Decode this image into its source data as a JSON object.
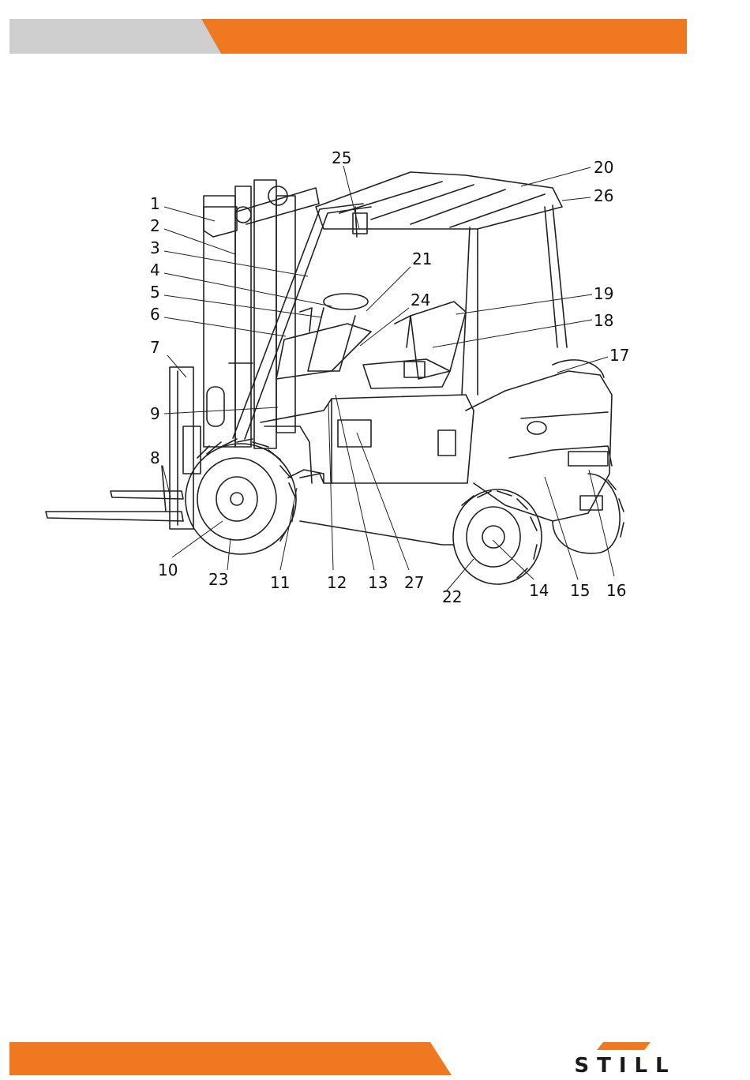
{
  "colors": {
    "accent": "#F07820",
    "gray_band": "#CFCFCF",
    "line": "#222222"
  },
  "callouts": [
    "1",
    "2",
    "3",
    "4",
    "5",
    "6",
    "7",
    "8",
    "9",
    "10",
    "11",
    "12",
    "13",
    "14",
    "15",
    "16",
    "17",
    "18",
    "19",
    "20",
    "21",
    "22",
    "23",
    "24",
    "25",
    "26",
    "27"
  ],
  "brand": {
    "name": "STILL",
    "logo_icon": "still-logo-icon"
  }
}
